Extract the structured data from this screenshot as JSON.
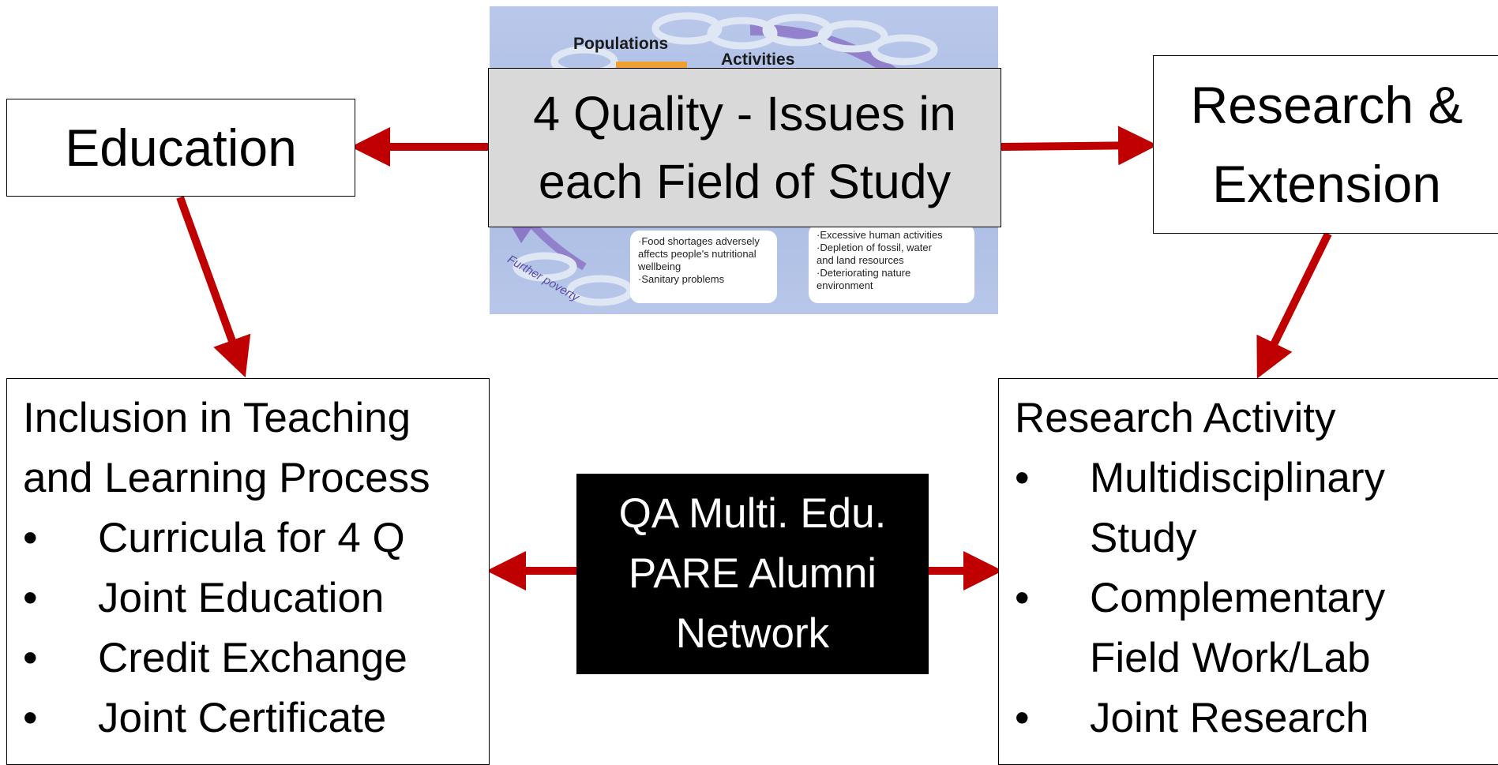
{
  "picture": {
    "labels": {
      "populations": "Populations",
      "activities": "Activities"
    },
    "note_left": [
      "·Food shortages adversely",
      "affects people's nutritional",
      "wellbeing",
      "·Sanitary problems"
    ],
    "note_right": [
      "·Excessive human activities",
      "·Depletion of fossil, water",
      "and land resources",
      "·Deteriorating nature",
      "environment"
    ],
    "curve_text": "Further poverty",
    "colors": {
      "background": "#b0c2e6",
      "curve": "#8a6fc4",
      "accent": "#f0a030"
    }
  },
  "quality_box": {
    "line1": "4 Quality - Issues in",
    "line2": "each Field of Study"
  },
  "education_box": {
    "label": "Education"
  },
  "research_box": {
    "line1": "Research &",
    "line2": "Extension"
  },
  "teaching_box": {
    "heading_line1": "Inclusion in Teaching",
    "heading_line2": "and Learning Process",
    "bullet": "•",
    "items": [
      "Curricula for 4 Q",
      "Joint Education",
      "Credit Exchange",
      "Joint Certificate"
    ]
  },
  "research_activity_box": {
    "heading": "Research Activity",
    "bullet": "•",
    "items": [
      {
        "line1": "Multidisciplinary",
        "line2": "Study"
      },
      {
        "line1": "Complementary",
        "line2": "Field Work/Lab"
      },
      {
        "line1": "Joint Research",
        "line2": ""
      }
    ]
  },
  "alumni_box": {
    "line1": "QA Multi. Edu.",
    "line2": "PARE Alumni",
    "line3": "Network"
  },
  "colors": {
    "arrow": "#c00000",
    "quality_fill": "#d9d9d9",
    "alumni_fill": "#000000"
  }
}
